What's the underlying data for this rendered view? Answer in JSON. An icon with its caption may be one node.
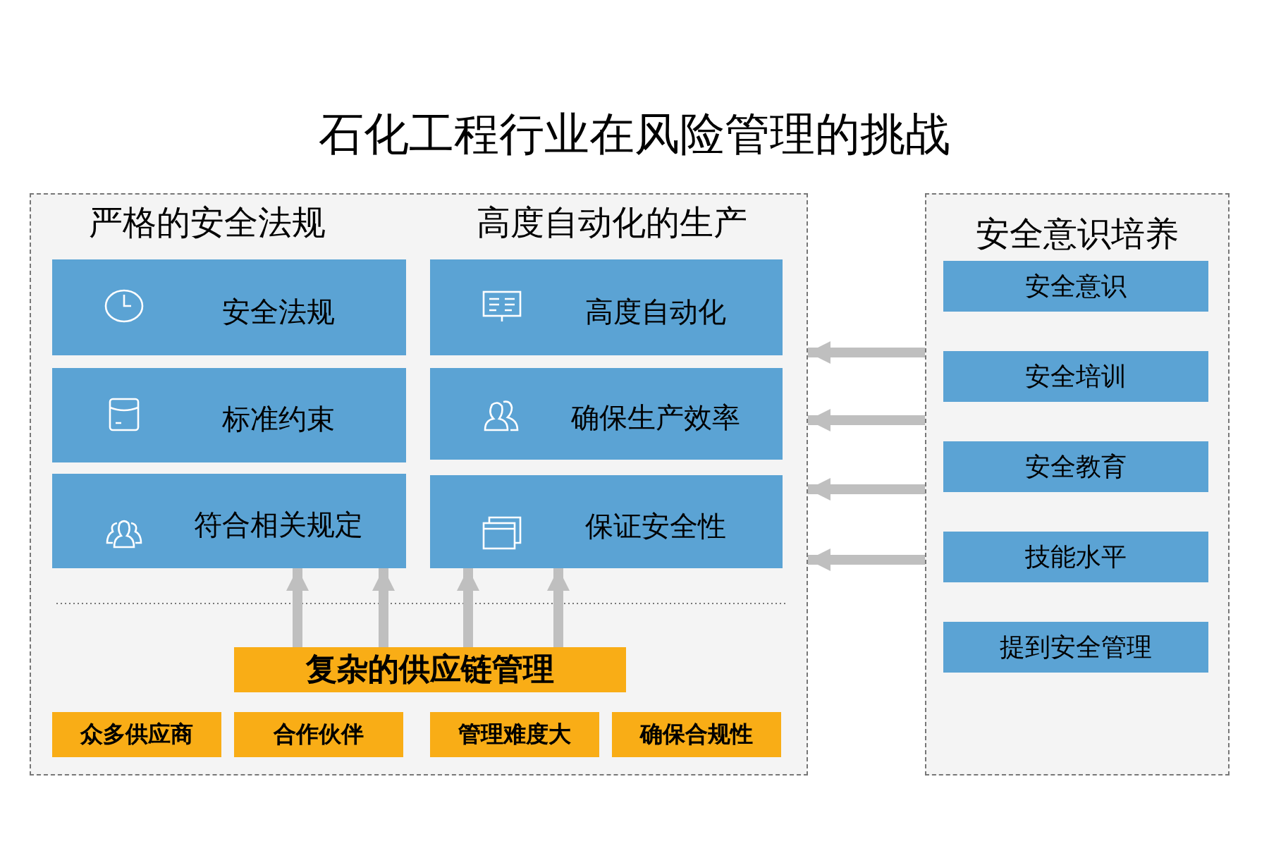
{
  "diagram": {
    "title": "石化工程行业在风险管理的挑战",
    "nodes": [
      {
        "text": [],
        "shape": "box"
      },
      {
        "text": [
          "安全法规"
        ],
        "in": 0
      },
      {
        "text": [
          "高度自动化"
        ],
        "in": 0
      },
      {
        "text": [
          "标准约束"
        ],
        "in": 0
      },
      {
        "text": [
          "确保生产效率"
        ],
        "in": 0
      },
      {
        "text": [
          "符合相关规定"
        ],
        "in": 0
      },
      {
        "text": [
          "保证安全性"
        ],
        "in": 0
      },
      {
        "text": [
          "复杂的供应链管理"
        ],
        "in": 0
      },
      {
        "text": [
          "众多供应商"
        ],
        "in": 0
      },
      {
        "text": [
          "合作伙伴"
        ],
        "in": 0
      },
      {
        "text": [
          "管理难度大"
        ],
        "in": 0
      },
      {
        "text": [
          "确保合规性"
        ],
        "in": 0
      },
      {
        "text": [
          "安全意识培养"
        ]
      },
      {
        "text": [
          "安全意识"
        ],
        "in": 12
      },
      {
        "text": [
          "安全培训"
        ],
        "in": 12
      },
      {
        "text": [
          "安全教育"
        ],
        "in": 12
      },
      {
        "text": [
          "技能水平"
        ],
        "in": 12
      },
      {
        "text": [
          "提到安全管理"
        ],
        "in": 12
      }
    ],
    "edges": [
      {
        "from": 12,
        "to": 0,
        "arrow": "to"
      },
      {
        "from": 12,
        "to": 0,
        "arrow": "to"
      },
      {
        "from": 12,
        "to": 0,
        "arrow": "to"
      },
      {
        "from": 12,
        "to": 0,
        "arrow": "to"
      },
      {
        "from": 7,
        "to": 5,
        "arrow": "to"
      },
      {
        "from": 7,
        "to": 5,
        "arrow": "to"
      },
      {
        "from": 7,
        "to": 6,
        "arrow": "to"
      },
      {
        "from": 7,
        "to": 6,
        "arrow": "to"
      }
    ],
    "labels": [
      "严格的安全法规",
      "高度自动化的生产"
    ]
  }
}
